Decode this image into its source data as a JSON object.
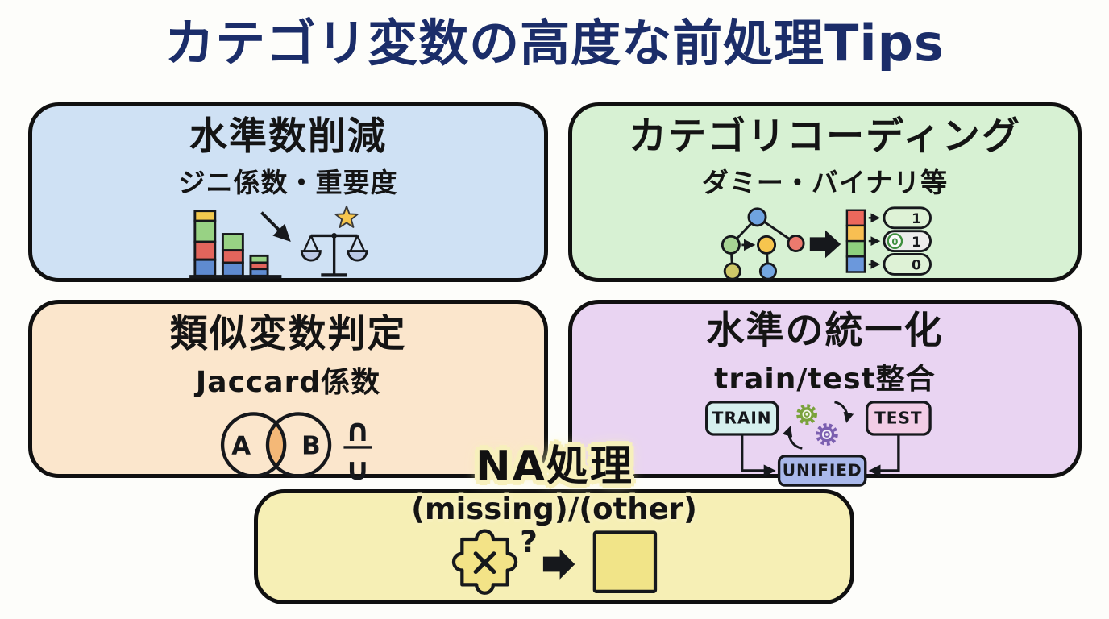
{
  "page": {
    "title": "カテゴリ変数の高度な前処理Tips"
  },
  "colors": {
    "title_navy": "#1b2d69",
    "card_blue": "#cfe1f4",
    "card_green": "#d7f1d3",
    "card_peach": "#fbe6cc",
    "card_lavender": "#e9d4f2",
    "card_yellow": "#f6efb5",
    "border_black": "#101010",
    "halo_cream": "#f7f0bc"
  },
  "cards": {
    "level_reduction": {
      "title": "水準数削減",
      "subtitle": "ジニ係数・重要度",
      "icons": [
        "stacked-bar-chart-icon",
        "decline-arrow-icon",
        "star-icon",
        "balance-scale-icon"
      ]
    },
    "category_coding": {
      "title": "カテゴリコーディング",
      "subtitle": "ダミー・バイナリ等",
      "icons": [
        "tree-graph-icon",
        "thick-arrow-icon",
        "color-column-icon",
        "encoding-pills-icon"
      ],
      "encode": {
        "pill1": "1",
        "pill2_zero": "0",
        "pill2_one": "1",
        "pill3": "0"
      }
    },
    "similar_variables": {
      "title": "類似変数判定",
      "subtitle": "Jaccard係数",
      "icons": [
        "venn-diagram-icon",
        "intersection-over-union-icon"
      ],
      "venn": {
        "set_a": "A",
        "set_b": "B",
        "numerator": "∩",
        "denominator": "∪"
      }
    },
    "level_unification": {
      "title": "水準の統一化",
      "subtitle": "train/test整合",
      "icons": [
        "gears-sync-icon",
        "flow-arrows-icon"
      ],
      "flow": {
        "train": "TRAIN",
        "test": "TEST",
        "unified": "UNIFIED"
      }
    },
    "na_handling": {
      "title": "NA処理",
      "subtitle": "(missing)/(other)",
      "icons": [
        "puzzle-piece-icon",
        "question-mark",
        "thick-arrow-icon",
        "placeholder-square-icon"
      ],
      "question": "?"
    }
  }
}
